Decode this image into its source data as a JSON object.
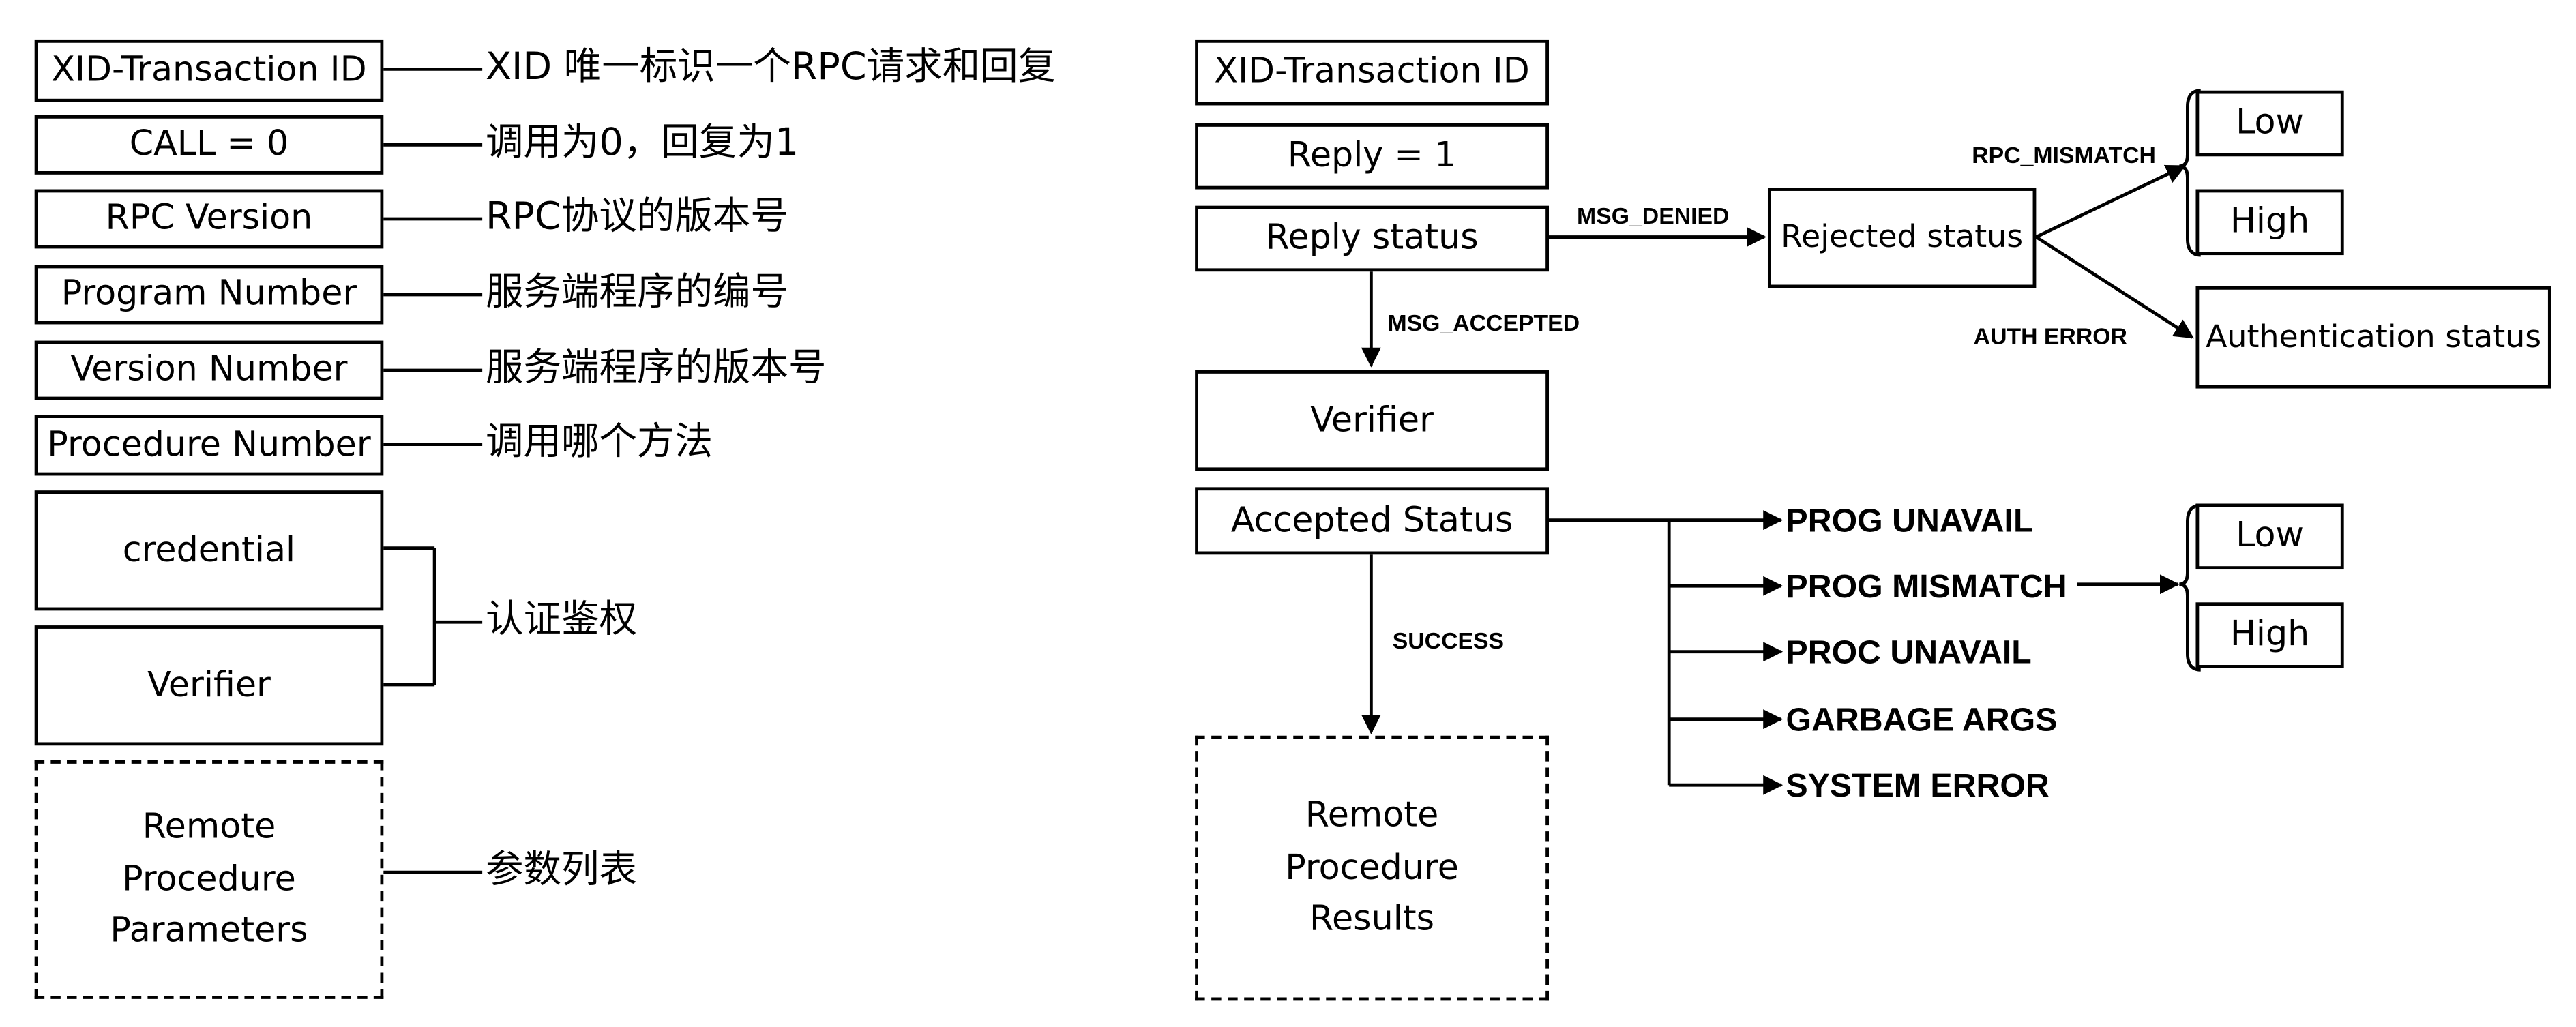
{
  "call_message": {
    "fields": [
      {
        "label": "XID-Transaction ID",
        "note": "XID 唯一标识一个RPC请求和回复"
      },
      {
        "label": "CALL = 0",
        "note": "调用为0，回复为1"
      },
      {
        "label": "RPC Version",
        "note": "RPC协议的版本号"
      },
      {
        "label": "Program Number",
        "note": "服务端程序的编号"
      },
      {
        "label": "Version Number",
        "note": "服务端程序的版本号"
      },
      {
        "label": "Procedure Number",
        "note": "调用哪个方法"
      }
    ],
    "auth": {
      "credential": "credential",
      "verifier": "Verifier",
      "note": "认证鉴权"
    },
    "parameters": {
      "label": "Remote Procedure Parameters",
      "note": "参数列表"
    }
  },
  "reply_message": {
    "xid": "XID-Transaction ID",
    "reply": "Reply = 1",
    "reply_status": "Reply status",
    "msg_denied": "MSG_DENIED",
    "msg_accepted": "MSG_ACCEPTED",
    "rejected_status": "Rejected status",
    "rpc_mismatch": "RPC_MISMATCH",
    "auth_error": "AUTH ERROR",
    "low": "Low",
    "high": "High",
    "authentication_status": "Authentication status",
    "verifier": "Verifier",
    "accepted_status": "Accepted Status",
    "success": "SUCCESS",
    "results": "Remote Procedure Results",
    "accepted_outcomes": [
      "PROG UNAVAIL",
      "PROG MISMATCH",
      "PROC UNAVAIL",
      "GARBAGE ARGS",
      "SYSTEM ERROR"
    ],
    "mismatch_low": "Low",
    "mismatch_high": "High"
  }
}
